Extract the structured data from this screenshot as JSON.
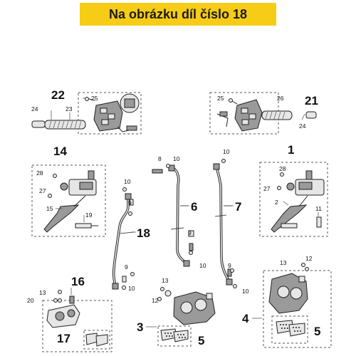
{
  "banner": {
    "text": "Na obrázku díl číslo 18",
    "color": "#f7cc16"
  },
  "colors": {
    "stroke": "#222222",
    "fill_light": "#e6e6e6",
    "fill_mid": "#9a9a9a"
  },
  "labels": {
    "l22": "22",
    "l25a": "25",
    "l24a": "24",
    "l23": "23",
    "l21": "21",
    "l25b": "25",
    "l26": "26",
    "l24b": "24",
    "l14": "14",
    "l28a": "28",
    "l27a": "27",
    "l15": "15",
    "l19": "19",
    "l10a": "10",
    "l9a": "9",
    "l18": "18",
    "l9b": "9",
    "l10b": "10",
    "l8": "8",
    "l10c": "10",
    "l6": "6",
    "l9c": "9",
    "l10d": "10",
    "l10e": "10",
    "l7": "7",
    "l9d": "9",
    "l10f": "10",
    "l1": "1",
    "l28b": "28",
    "l27b": "27",
    "l2": "2",
    "l11": "11",
    "l16": "16",
    "l13a": "13",
    "l20": "20",
    "l17": "17",
    "l13b": "13",
    "l12a": "12",
    "l3": "3",
    "l5a": "5",
    "l13c": "13",
    "l12b": "12",
    "l4": "4",
    "l5b": "5"
  }
}
